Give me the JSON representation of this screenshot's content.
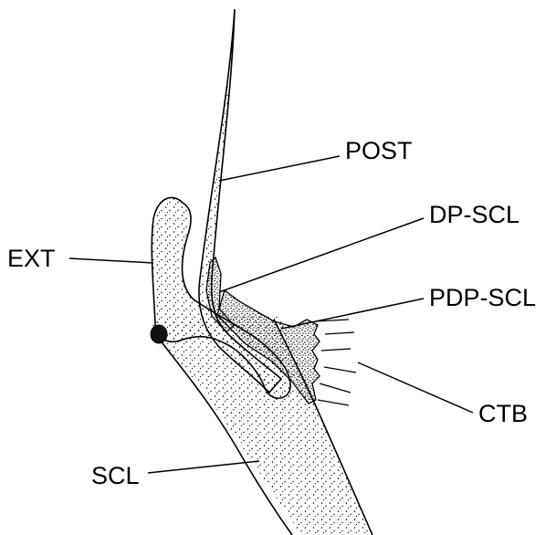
{
  "labels": {
    "post": "POST",
    "dp_scl": "DP-SCL",
    "ext": "EXT",
    "pdp_scl": "PDP-SCL",
    "ctb": "CTB",
    "scl": "SCL"
  },
  "colors": {
    "ink": "#000000",
    "paper": "#ffffff",
    "stipple": "#000000"
  }
}
